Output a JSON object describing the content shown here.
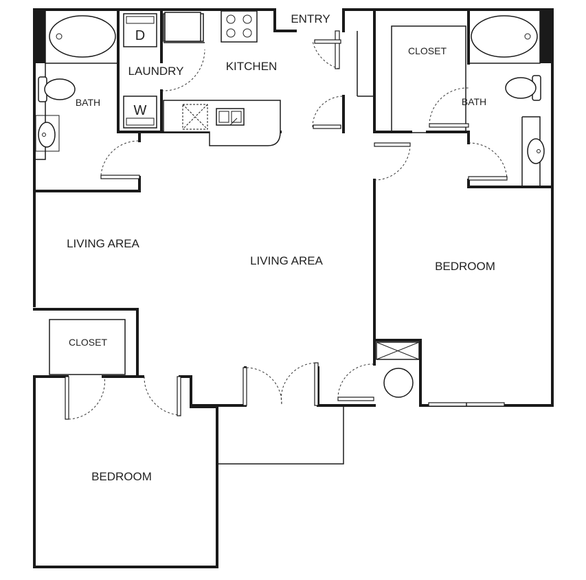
{
  "rooms": {
    "entry": "ENTRY",
    "kitchen": "KITCHEN",
    "laundry": "LAUNDRY",
    "bath_left": "BATH",
    "bath_right": "BATH",
    "closet_right": "CLOSET",
    "closet_left": "CLOSET",
    "living_left": "LIVING AREA",
    "living_center": "LIVING AREA",
    "bedroom_right": "BEDROOM",
    "bedroom_left": "BEDROOM"
  },
  "appliances": {
    "dryer": "D",
    "washer": "W"
  },
  "colors": {
    "wall": "#1a1a1a",
    "background": "#ffffff"
  }
}
